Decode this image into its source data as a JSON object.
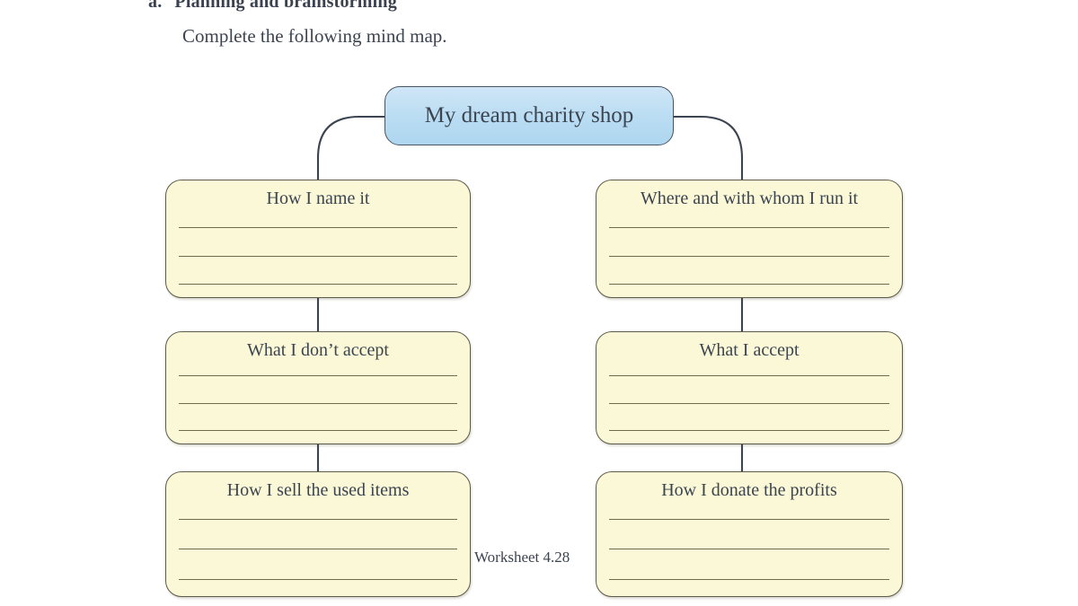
{
  "header": {
    "heading_marker": "a.",
    "heading_text": "Planning and brainstorming",
    "instruction": "Complete the following mind map."
  },
  "mindmap": {
    "central": {
      "label": "My dream charity shop",
      "fill_color": "#bbdcf2",
      "border_color": "#4a5562"
    },
    "branch_fill_color": "#faf8d6",
    "branch_border_color": "#5d5b48",
    "rule_line_color": "#6e6b4e",
    "rule_lines_per_node": 3,
    "left_column": [
      {
        "label": "How I name it"
      },
      {
        "label": "What I don’t accept"
      },
      {
        "label": "How I sell the used items"
      }
    ],
    "right_column": [
      {
        "label": "Where and with whom I run it"
      },
      {
        "label": "What I accept"
      },
      {
        "label": "How I donate the profits"
      }
    ]
  },
  "footer": {
    "caption": "Worksheet 4.28"
  }
}
